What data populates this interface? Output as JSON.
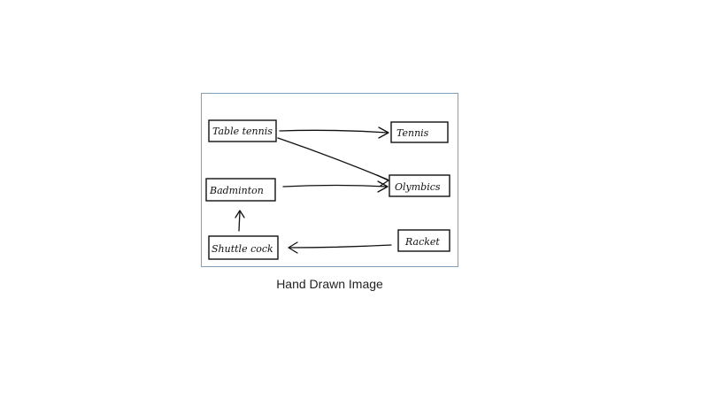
{
  "caption": "Hand Drawn Image",
  "colors": {
    "frame_border": "#7f9fbf",
    "ink": "#111111",
    "caption_text": "#222222"
  },
  "nodes": {
    "table_tennis": "Table tennis",
    "tennis": "Tennis",
    "badminton": "Badminton",
    "olymbics": "Olymbics",
    "shuttle_cock": "Shuttle cock",
    "racket": "Racket"
  },
  "edges": [
    {
      "from": "table_tennis",
      "to": "tennis"
    },
    {
      "from": "table_tennis",
      "to": "olymbics"
    },
    {
      "from": "badminton",
      "to": "olymbics"
    },
    {
      "from": "shuttle_cock",
      "to": "badminton"
    },
    {
      "from": "racket",
      "to": "shuttle_cock"
    }
  ]
}
